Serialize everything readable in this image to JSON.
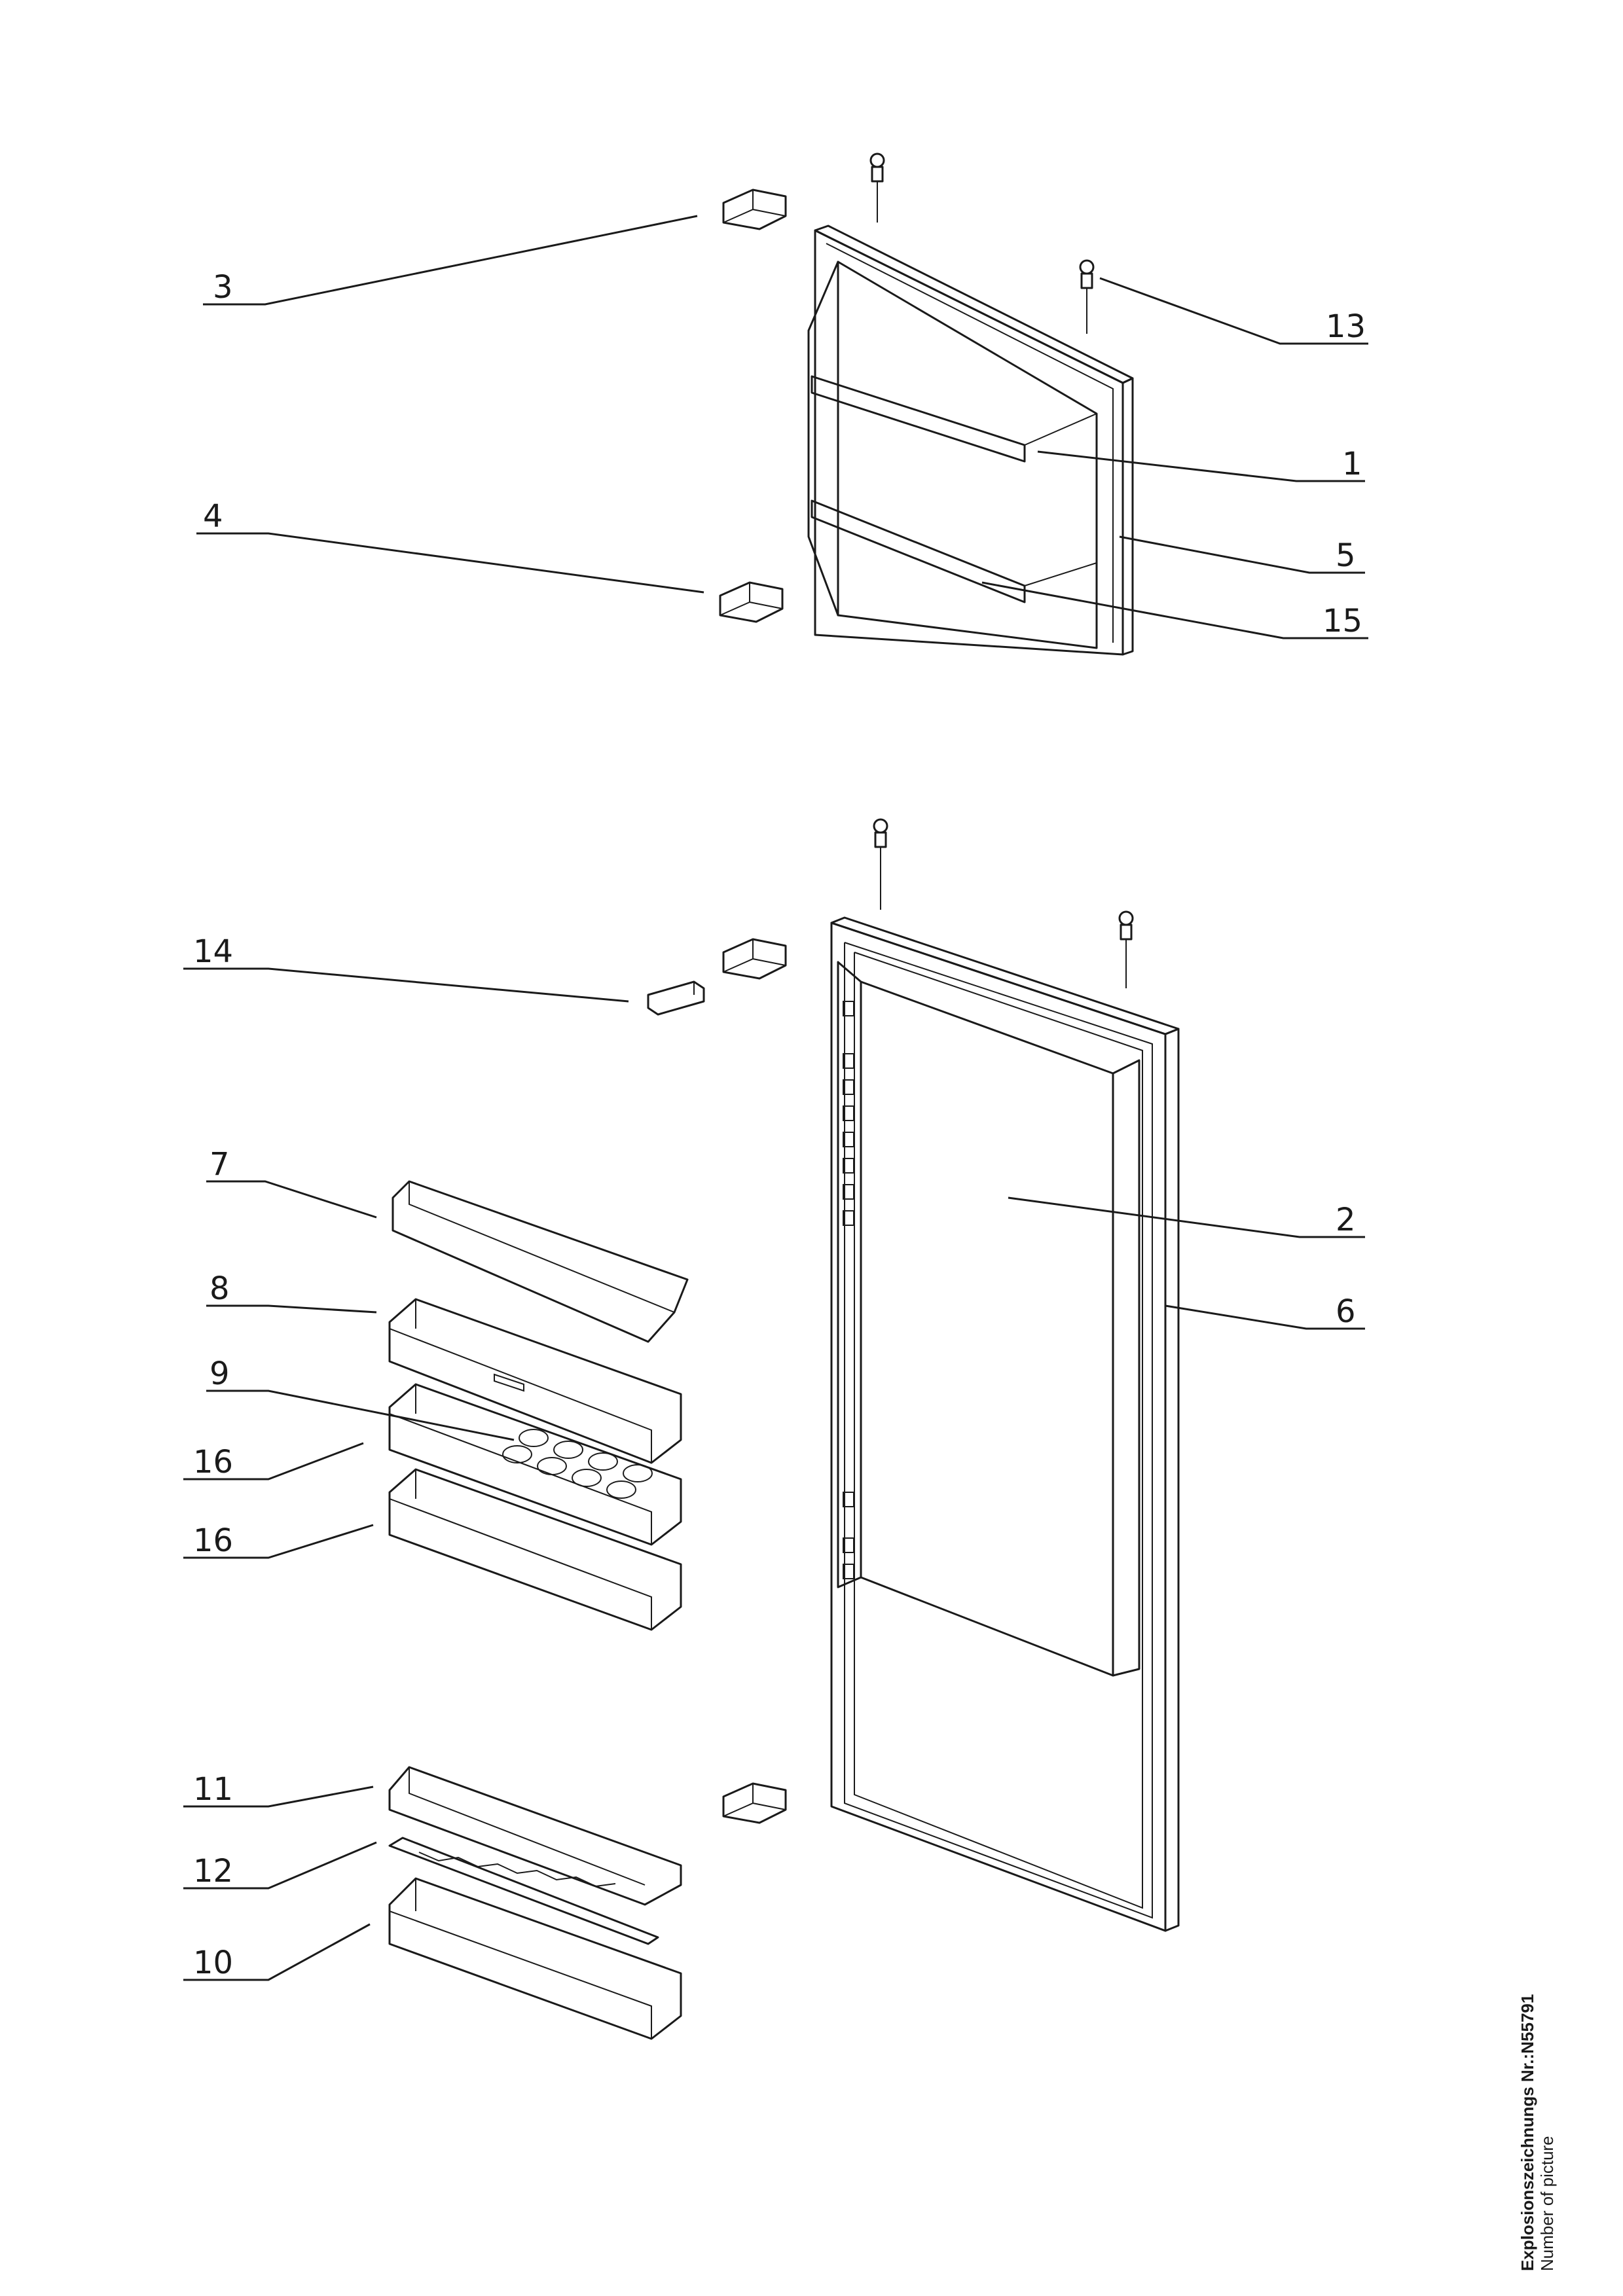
{
  "callouts": {
    "c1": "1",
    "c2": "2",
    "c3": "3",
    "c4": "4",
    "c5": "5",
    "c6": "6",
    "c7": "7",
    "c8": "8",
    "c9": "9",
    "c10": "10",
    "c11": "11",
    "c12": "12",
    "c13": "13",
    "c14": "14",
    "c15": "15",
    "c16a": "16",
    "c16b": "16"
  },
  "caption": {
    "title": "Explosionszeichnungs Nr.:N55791",
    "subtitle": "Number of picture"
  }
}
